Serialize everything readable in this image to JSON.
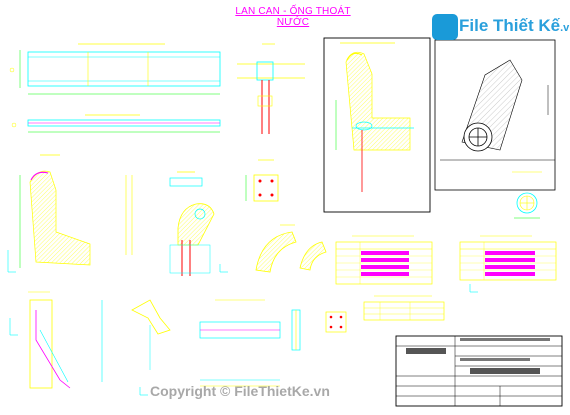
{
  "drawing": {
    "title": "LAN CAN - ỐNG THOÁT NƯỚC"
  },
  "logo": {
    "brand": "File Thiết Kế",
    "suffix": ".vn"
  },
  "watermark": {
    "text": "Copyright © FileThietKe.vn"
  },
  "colors": {
    "background": "#ffffff",
    "title": "#ff00ff",
    "outline": "#00ffff",
    "section": "#ffff00",
    "rebar": "#ff0000",
    "dimension": "#00ff00",
    "table_fill": "#ff00ff",
    "frame": "#000000",
    "logo": "#1a9ad8"
  }
}
